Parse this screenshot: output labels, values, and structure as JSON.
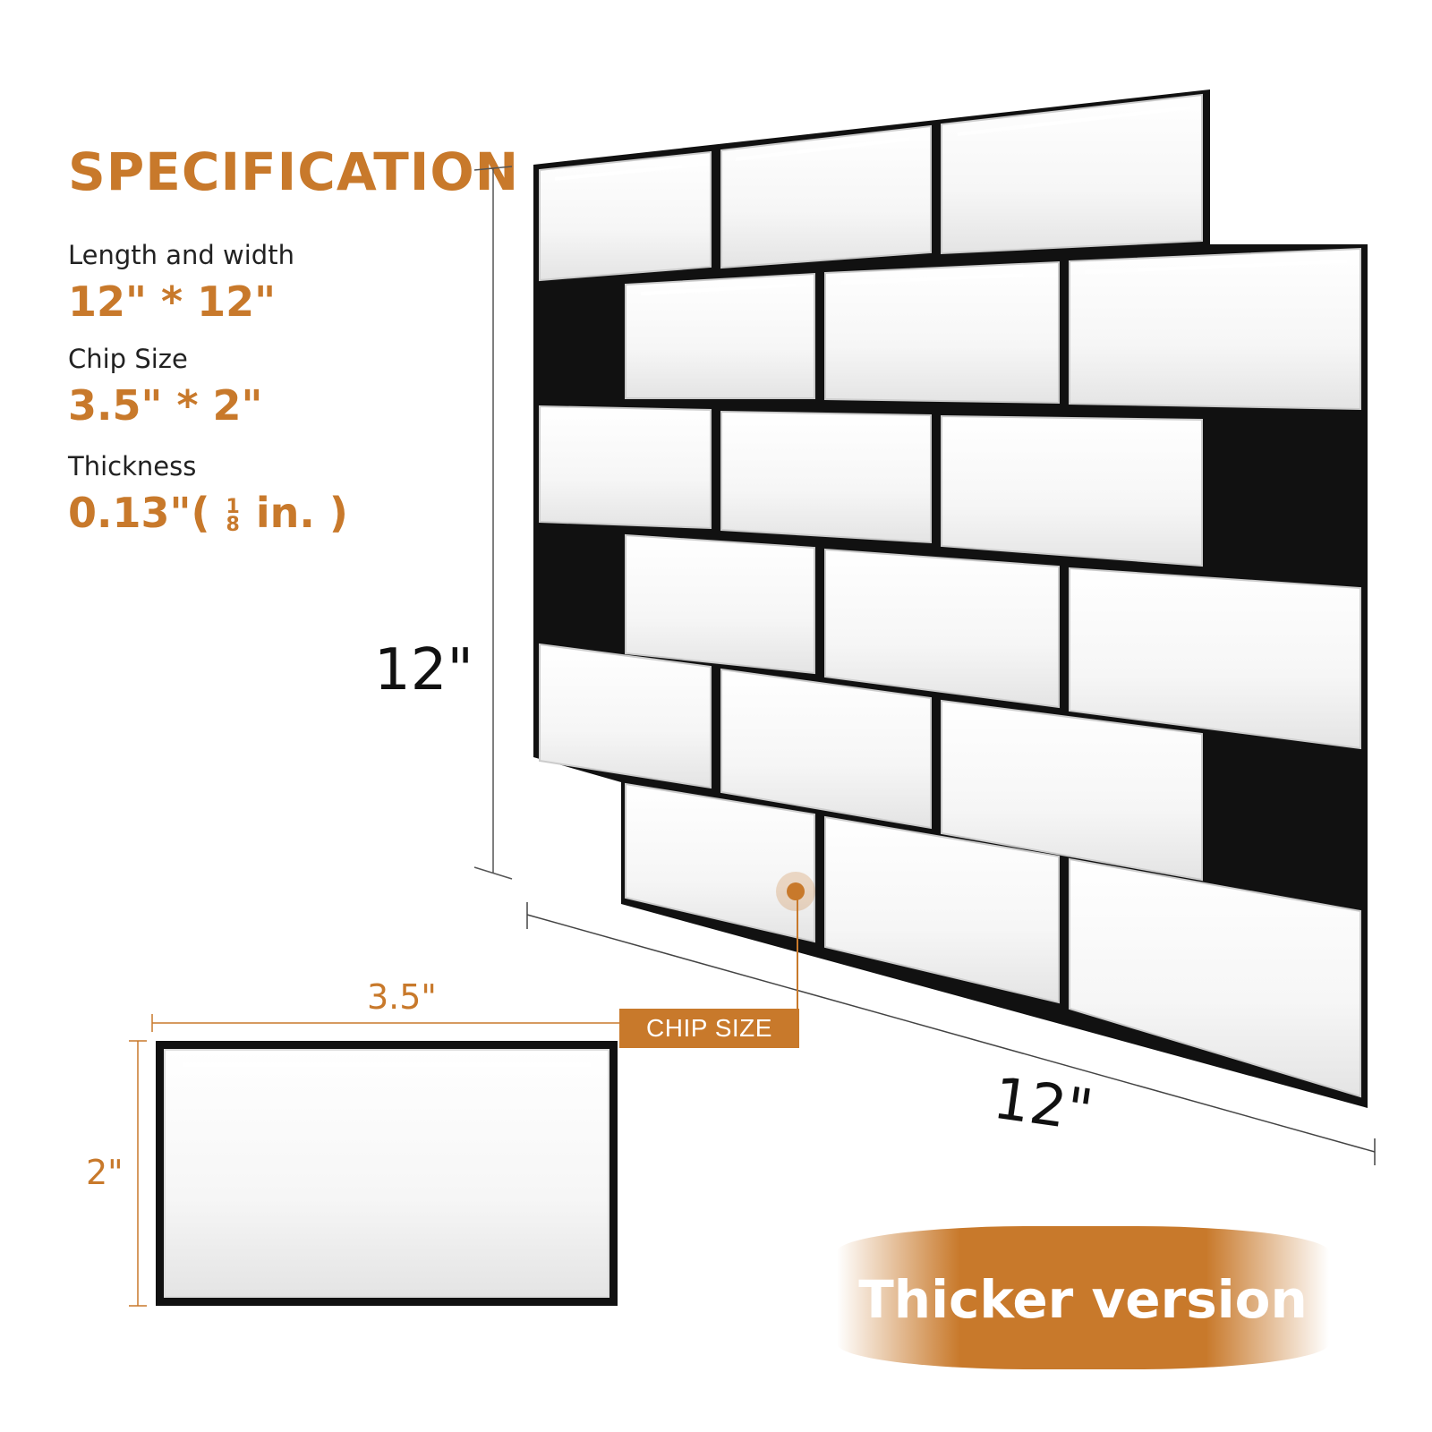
{
  "spec": {
    "title": "SPECIFICATION",
    "length_label": "Length and width",
    "length_value": "12\" * 12\"",
    "chip_label": "Chip Size",
    "chip_value": "3.5\" * 2\"",
    "thickness_label": "Thickness",
    "thickness_value_prefix": "0.13\"(",
    "thickness_frac_num": "1",
    "thickness_frac_den": "8",
    "thickness_value_suffix": "in. )"
  },
  "dimensions": {
    "panel_height": "12\"",
    "panel_width": "12\"",
    "chip_width": "3.5\"",
    "chip_height": "2\""
  },
  "chip_tag": "CHIP SIZE",
  "banner": "Thicker version",
  "colors": {
    "accent": "#c8792b",
    "grout": "#111111",
    "tile": "#ffffff"
  }
}
